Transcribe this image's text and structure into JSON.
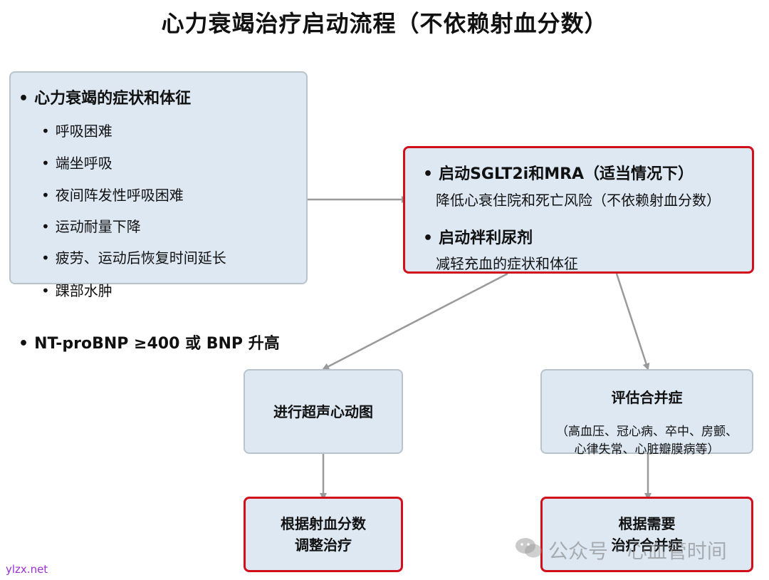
{
  "title": "心力衰竭治疗启动流程（不依赖射血分数）",
  "symptoms_box": {
    "heading": "心力衰竭的症状和体征",
    "items": [
      "呼吸困难",
      "端坐呼吸",
      "夜间阵发性呼吸困难",
      "运动耐量下降",
      "疲劳、运动后恢复时间延长",
      "踝部水肿"
    ],
    "biomarker": "NT-proBNP ≥400 或 BNP 升高"
  },
  "start_box": {
    "item1_title": "启动SGLT2i和MRA（适当情况下）",
    "item1_desc": "降低心衰住院和死亡风险（不依赖射血分数）",
    "item2_title": "启动袢利尿剂",
    "item2_desc": "减轻充血的症状和体征"
  },
  "echo_box": {
    "label": "进行超声心动图"
  },
  "comorbid_box": {
    "title": "评估合并症",
    "detail_line1": "（高血压、冠心病、卒中、房颤、",
    "detail_line2": "心律失常、心脏瓣膜病等）"
  },
  "adjust_box": {
    "line1": "根据射血分数",
    "line2": "调整治疗"
  },
  "treat_box": {
    "line1": "根据需要",
    "line2": "治疗合并症"
  },
  "watermark": {
    "text": "公众号 · 心血管时间",
    "icon": "wechat-icon"
  },
  "site_label": "ylzx.net",
  "colors": {
    "box_fill": "#dde8f3",
    "highlight_border": "#d0111b",
    "arrow": "#9a9a9a"
  }
}
